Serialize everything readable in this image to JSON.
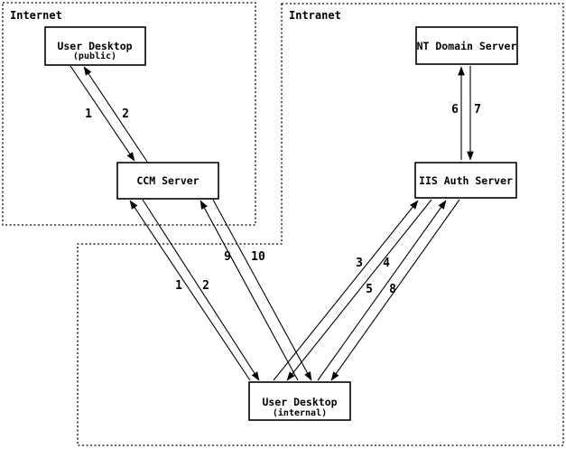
{
  "diagram": {
    "zones": [
      {
        "label": "Internet"
      },
      {
        "label": "Intranet"
      }
    ],
    "nodes": [
      {
        "id": "user-desktop-public",
        "label": "User Desktop",
        "sublabel": "(public)"
      },
      {
        "id": "ccm-server",
        "label": "CCM Server"
      },
      {
        "id": "nt-domain-server",
        "label": "NT Domain Server"
      },
      {
        "id": "iis-auth-server",
        "label": "IIS Auth Server"
      },
      {
        "id": "user-desktop-internal",
        "label": "User Desktop",
        "sublabel": "(internal)"
      }
    ],
    "edges": [
      {
        "label": "1",
        "from": "user-desktop-public",
        "to": "ccm-server"
      },
      {
        "label": "2",
        "from": "ccm-server",
        "to": "user-desktop-public"
      },
      {
        "label": "1",
        "from": "user-desktop-internal",
        "to": "ccm-server"
      },
      {
        "label": "2",
        "from": "ccm-server",
        "to": "user-desktop-internal"
      },
      {
        "label": "9",
        "from": "user-desktop-internal",
        "to": "ccm-server"
      },
      {
        "label": "10",
        "from": "ccm-server",
        "to": "user-desktop-internal"
      },
      {
        "label": "3",
        "from": "user-desktop-internal",
        "to": "iis-auth-server"
      },
      {
        "label": "4",
        "from": "iis-auth-server",
        "to": "user-desktop-internal"
      },
      {
        "label": "5",
        "from": "user-desktop-internal",
        "to": "iis-auth-server"
      },
      {
        "label": "8",
        "from": "iis-auth-server",
        "to": "user-desktop-internal"
      },
      {
        "label": "6",
        "from": "iis-auth-server",
        "to": "nt-domain-server"
      },
      {
        "label": "7",
        "from": "nt-domain-server",
        "to": "iis-auth-server"
      }
    ],
    "colors": {
      "line": "#000000",
      "background": "#ffffff"
    }
  }
}
